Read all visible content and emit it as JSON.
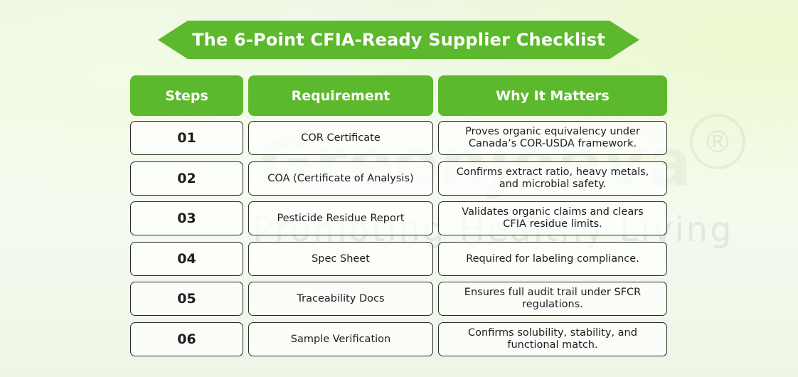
{
  "title": "The 6-Point CFIA-Ready Supplier Checklist",
  "watermark": {
    "brand": "Greenjeeva",
    "tagline": "Promoting Healthy Living",
    "registered_mark": "®"
  },
  "table": {
    "headers": [
      "Steps",
      "Requirement",
      "Why It Matters"
    ],
    "rows": [
      {
        "step": "01",
        "requirement": "COR Certificate",
        "why": "Proves organic equivalency under Canada’s COR-USDA framework."
      },
      {
        "step": "02",
        "requirement": "COA (Certificate of Analysis)",
        "why": "Confirms extract ratio, heavy metals, and microbial safety."
      },
      {
        "step": "03",
        "requirement": "Pesticide Residue Report",
        "why": "Validates organic claims and clears CFIA residue limits."
      },
      {
        "step": "04",
        "requirement": "Spec Sheet",
        "why": "Required for labeling compliance."
      },
      {
        "step": "05",
        "requirement": "Traceability Docs",
        "why": "Ensures full audit trail under SFCR regulations."
      },
      {
        "step": "06",
        "requirement": "Sample Verification",
        "why": "Confirms solubility, stability, and functional match."
      }
    ]
  },
  "colors": {
    "accent": "#5cb82c",
    "border": "#2a2a2a"
  }
}
